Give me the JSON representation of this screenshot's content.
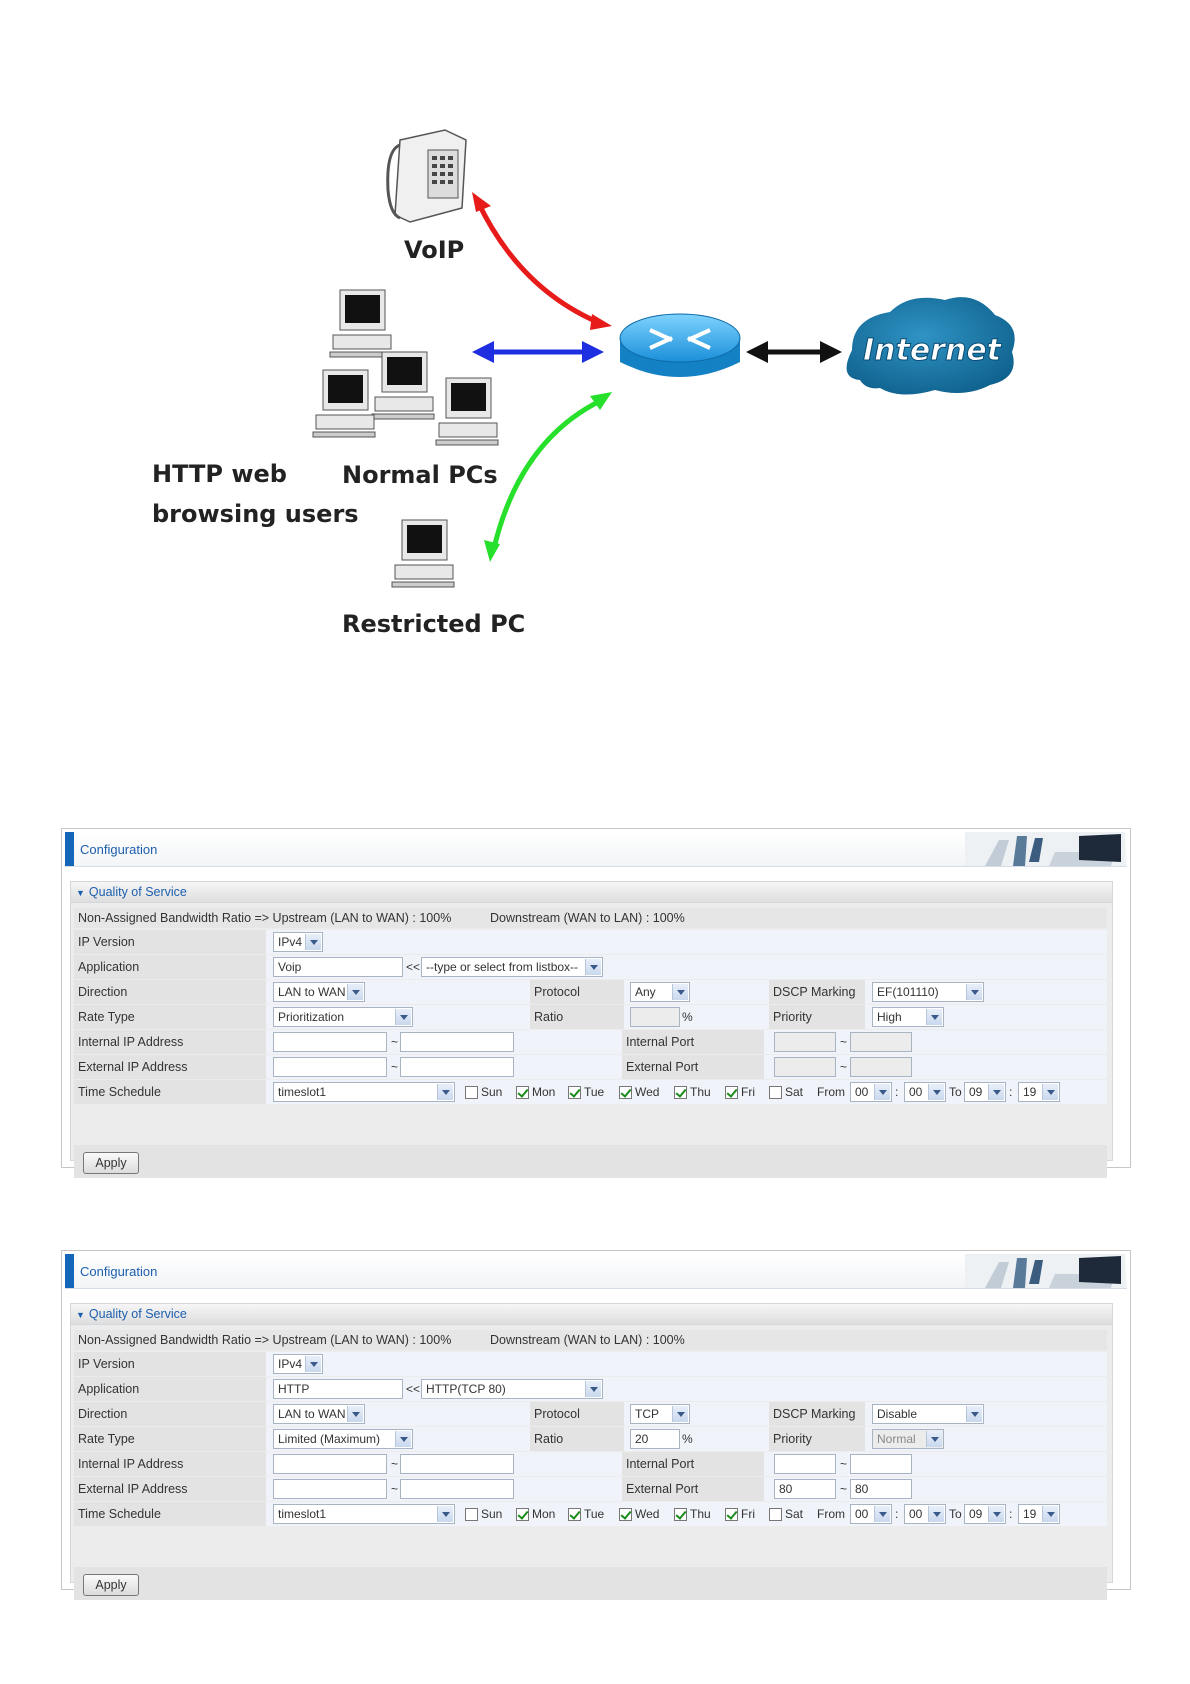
{
  "diagram": {
    "labels": {
      "voip": "VoIP",
      "internet": "Internet",
      "http_line1": "HTTP web",
      "http_line2": "browsing users",
      "normal_pcs": "Normal PCs",
      "restricted": "Restricted PC"
    },
    "colors": {
      "voip_arrow": "#e81b1b",
      "normal_arrow": "#1d2fe0",
      "restricted_arrow": "#27e02b",
      "internet_arrow": "#111111"
    }
  },
  "panels": [
    {
      "header_title": "Configuration",
      "section_title": "Quality of Service",
      "upstream_ratio": "Non-Assigned Bandwidth Ratio => Upstream (LAN to WAN) : 100%",
      "downstream_ratio": "Downstream (WAN to LAN) : 100%",
      "labels": {
        "ip_version": "IP Version",
        "application": "Application",
        "direction": "Direction",
        "rate_type": "Rate Type",
        "internal_ip": "Internal IP Address",
        "external_ip": "External IP Address",
        "time_schedule": "Time Schedule",
        "protocol": "Protocol",
        "ratio": "Ratio",
        "internal_port": "Internal Port",
        "external_port": "External Port",
        "dscp_marking": "DSCP Marking",
        "priority": "Priority"
      },
      "ip_version": "IPv4",
      "application": "Voip",
      "application_list": "--type or select from listbox--",
      "direction": "LAN to WAN",
      "protocol": "Any",
      "dscp_marking": "EF(101110)",
      "rate_type": "Prioritization",
      "ratio": "",
      "priority": "High",
      "internal_ip_start": "",
      "internal_ip_end": "",
      "external_ip_start": "",
      "external_ip_end": "",
      "internal_port_start": "",
      "internal_port_end": "",
      "external_port_start": "",
      "external_port_end": "",
      "ports_disabled": true,
      "ratio_disabled": true,
      "priority_disabled": false,
      "time_schedule": "timeslot1",
      "days": [
        {
          "label": "Sun",
          "checked": false
        },
        {
          "label": "Mon",
          "checked": true
        },
        {
          "label": "Tue",
          "checked": true
        },
        {
          "label": "Wed",
          "checked": true
        },
        {
          "label": "Thu",
          "checked": true
        },
        {
          "label": "Fri",
          "checked": true
        },
        {
          "label": "Sat",
          "checked": false
        }
      ],
      "from_label": "From",
      "from_hour": "00",
      "from_min": "00",
      "to_label": "To",
      "to_hour": "09",
      "to_min": "19",
      "apply_label": "Apply"
    },
    {
      "header_title": "Configuration",
      "section_title": "Quality of Service",
      "upstream_ratio": "Non-Assigned Bandwidth Ratio => Upstream (LAN to WAN) : 100%",
      "downstream_ratio": "Downstream (WAN to LAN) : 100%",
      "labels": {
        "ip_version": "IP Version",
        "application": "Application",
        "direction": "Direction",
        "rate_type": "Rate Type",
        "internal_ip": "Internal IP Address",
        "external_ip": "External IP Address",
        "time_schedule": "Time Schedule",
        "protocol": "Protocol",
        "ratio": "Ratio",
        "internal_port": "Internal Port",
        "external_port": "External Port",
        "dscp_marking": "DSCP Marking",
        "priority": "Priority"
      },
      "ip_version": "IPv4",
      "application": "HTTP",
      "application_list": "HTTP(TCP 80)",
      "direction": "LAN to WAN",
      "protocol": "TCP",
      "dscp_marking": "Disable",
      "rate_type": "Limited (Maximum)",
      "ratio": "20",
      "priority": "Normal",
      "internal_ip_start": "",
      "internal_ip_end": "",
      "external_ip_start": "",
      "external_ip_end": "",
      "internal_port_start": "",
      "internal_port_end": "",
      "external_port_start": "80",
      "external_port_end": "80",
      "ports_disabled": false,
      "ratio_disabled": false,
      "priority_disabled": true,
      "time_schedule": "timeslot1",
      "days": [
        {
          "label": "Sun",
          "checked": false
        },
        {
          "label": "Mon",
          "checked": true
        },
        {
          "label": "Tue",
          "checked": true
        },
        {
          "label": "Wed",
          "checked": true
        },
        {
          "label": "Thu",
          "checked": true
        },
        {
          "label": "Fri",
          "checked": true
        },
        {
          "label": "Sat",
          "checked": false
        }
      ],
      "from_label": "From",
      "from_hour": "00",
      "from_min": "00",
      "to_label": "To",
      "to_hour": "09",
      "to_min": "19",
      "apply_label": "Apply"
    }
  ]
}
